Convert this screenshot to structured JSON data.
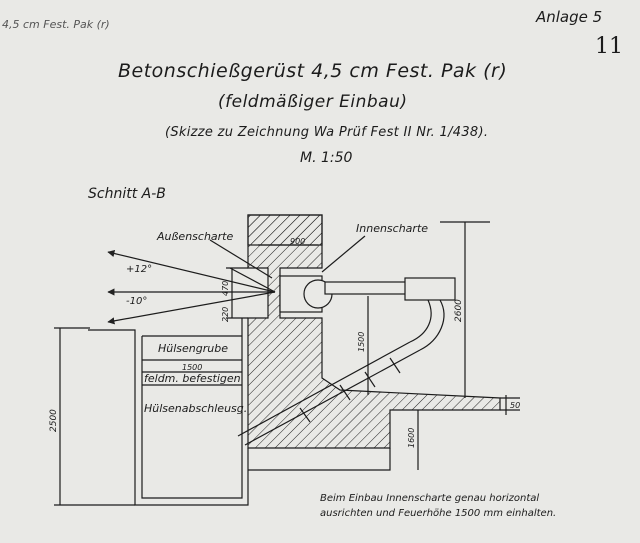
{
  "header": {
    "corner_note": "4,5 cm Fest. Pak (r)",
    "annex": "Anlage 5",
    "page_number": "11"
  },
  "title": "Betonschießgerüst 4,5 cm Fest. Pak (r)",
  "subtitle": "(feldmäßiger Einbau)",
  "sketch_reference": "(Skizze zu Zeichnung Wa Prüf Fest II Nr. 1/438).",
  "scale": "M. 1:50",
  "section_label": "Schnitt A-B",
  "labels": {
    "outer_embrasure": "Außenscharte",
    "inner_embrasure": "Innenscharte",
    "casing_pit": "Hülsengrube",
    "field_fortify": "feldm. befestigen",
    "casing_chute": "Hülsenabschleusg.",
    "angle_up": "+12°",
    "angle_down": "-10°"
  },
  "dimensions": {
    "wall_width": "900",
    "embrasure_height": "470",
    "below_embrasure": "220",
    "pit_width": "1500",
    "left_depth": "2500",
    "chute_height": "1500",
    "right_height": "2600",
    "step": "50",
    "floor_depth": "1600"
  },
  "footnote": {
    "line1": "Beim Einbau Innenscharte genau horizontal",
    "line2": "ausrichten und Feuerhöhe 1500 mm einhalten."
  }
}
